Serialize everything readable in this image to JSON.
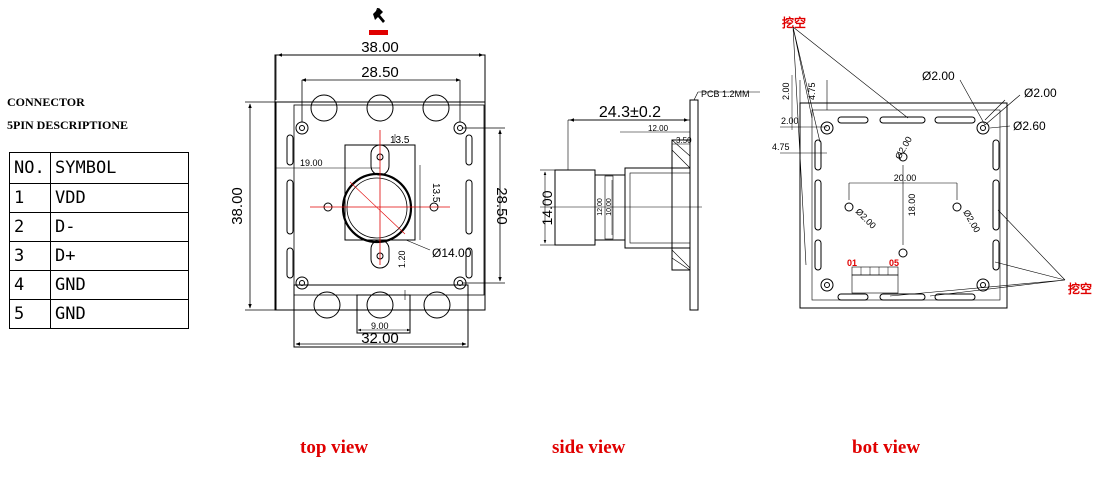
{
  "connector": {
    "title_line1": "CONNECTOR",
    "title_line2": "5PIN DESCRIPTIONE",
    "header_no": "NO.",
    "header_symbol": "SYMBOL",
    "pins": [
      {
        "no": "1",
        "symbol": "VDD"
      },
      {
        "no": "2",
        "symbol": "D-"
      },
      {
        "no": "3",
        "symbol": "D+"
      },
      {
        "no": "4",
        "symbol": "GND"
      },
      {
        "no": "5",
        "symbol": "GND"
      }
    ]
  },
  "top_view": {
    "label": "top view",
    "dims": {
      "width_outer": "38.00",
      "width_holes": "28.50",
      "width_bottom": "32.00",
      "height_outer": "38.00",
      "height_holes": "28.50",
      "slot_offset": "19.00",
      "lens_w": "13.5",
      "lens_h": "13.5",
      "lens_dia": "Ø14.00",
      "connector_w": "9.00",
      "connector_h": "1.20"
    }
  },
  "side_view": {
    "label": "side view",
    "dims": {
      "length": "24.3±0.2",
      "pcb": "PCB 1.2MM",
      "barrel": "12.00",
      "flange": "3.50",
      "height": "14.00",
      "inner1": "12.00",
      "inner2": "10.00"
    }
  },
  "bot_view": {
    "label": "bot view",
    "cutout_note": "挖空",
    "dims": {
      "hole1": "Ø2.00",
      "hole2": "Ø2.00",
      "hole3": "Ø2.60",
      "d_200a": "2.00",
      "d_475a": "4.75",
      "d_200b": "2.00",
      "d_475b": "4.75",
      "spacing_w": "20.00",
      "spacing_h": "18.00",
      "diag_hole1": "Ø2.00",
      "diag_hole2": "Ø2.00",
      "diag_hole3": "Ø2.00",
      "pin_first": "01",
      "pin_last": "05"
    }
  }
}
